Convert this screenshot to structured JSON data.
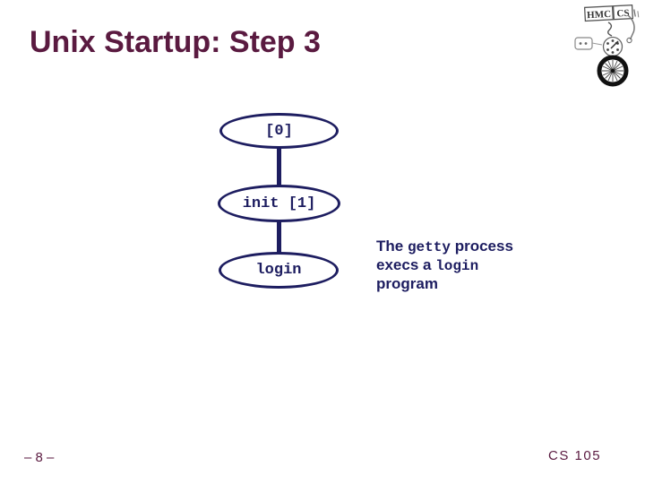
{
  "slide": {
    "title": "Unix Startup: Step 3",
    "page_number": "– 8 –",
    "course": "CS 105"
  },
  "logo": {
    "banner_left": "HMC",
    "banner_right": "CS"
  },
  "diagram": {
    "nodes": [
      {
        "label": "[0]"
      },
      {
        "label": "init [1]"
      },
      {
        "label": "login"
      }
    ]
  },
  "note": {
    "line1_pre": "The ",
    "line1_code": "getty",
    "line1_post": " process",
    "line2_pre": "execs a ",
    "line2_code": "login",
    "line3": "program"
  },
  "colors": {
    "title_maroon": "#5a1a40",
    "diagram_navy": "#1d1d60",
    "background": "#ffffff"
  }
}
